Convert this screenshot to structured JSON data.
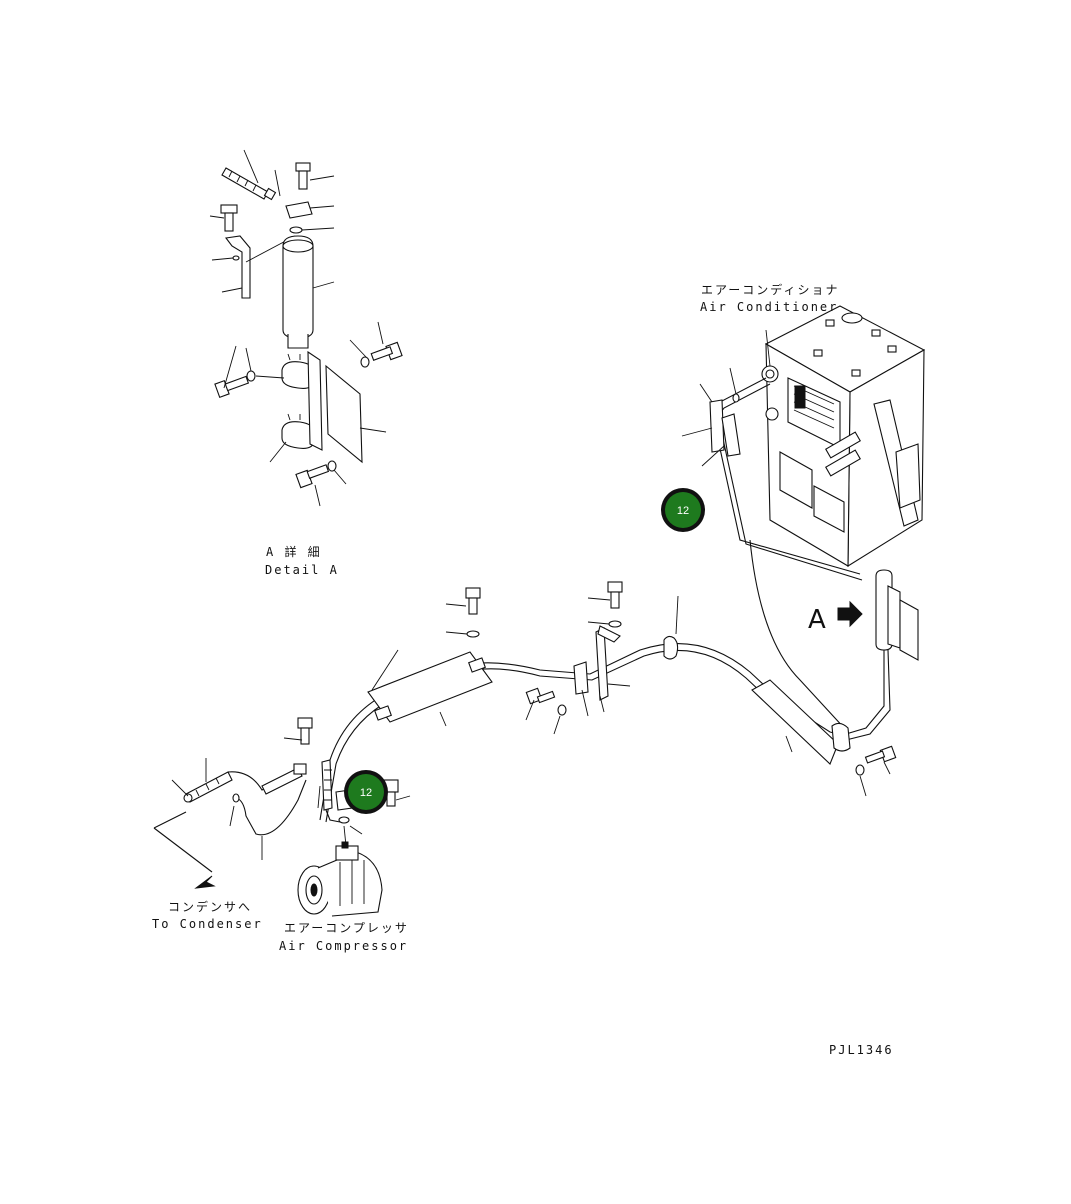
{
  "labels": {
    "air_conditioner_jp": "エアーコンディショナ",
    "air_conditioner_en": "Air Conditioner",
    "detail_a_jp": "A 詳 細",
    "detail_a_en": "Detail A",
    "to_condenser_jp": "コンデンサへ",
    "to_condenser_en": "To Condenser",
    "air_compressor_jp": "エアーコンプレッサ",
    "air_compressor_en": "Air Compressor",
    "view_letter": "A",
    "drawing_id": "PJL1346"
  },
  "callouts": [
    {
      "number": "12",
      "color": "#1e7a1e"
    },
    {
      "number": "12",
      "color": "#1e7a1e"
    }
  ]
}
